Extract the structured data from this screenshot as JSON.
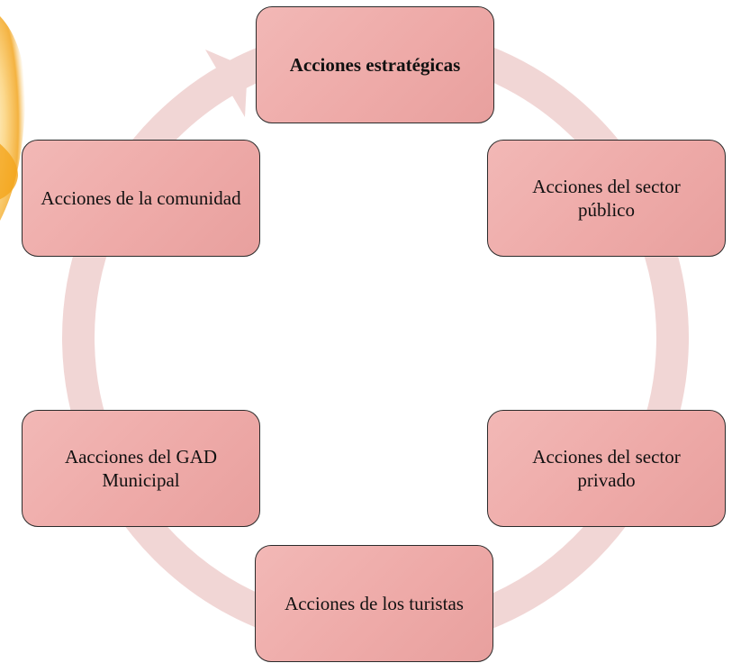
{
  "diagram": {
    "type": "cycle",
    "colors": {
      "node_fill": "#efadab",
      "node_border": "#2b2b2b",
      "ring": "#f1d6d5",
      "decoration": "#f5a623"
    },
    "nodes": [
      {
        "id": "top",
        "label": "Acciones estratégicas",
        "bold": true
      },
      {
        "id": "right-upper",
        "label": "Acciones del sector público"
      },
      {
        "id": "right-lower",
        "label": "Acciones del sector privado"
      },
      {
        "id": "bottom",
        "label": "Acciones de los turistas"
      },
      {
        "id": "left-lower",
        "label": "Aacciones del GAD Municipal"
      },
      {
        "id": "left-upper",
        "label": "Acciones de la comunidad"
      }
    ]
  }
}
